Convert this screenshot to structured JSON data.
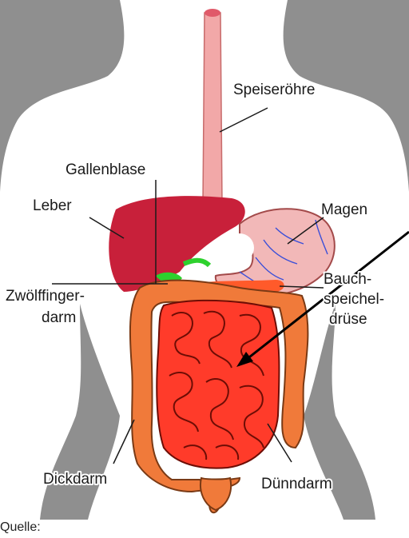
{
  "labels": {
    "speiseroehre": "Speiseröhre",
    "gallenblase": "Gallenblase",
    "leber": "Leber",
    "magen": "Magen",
    "zwoelffingerdarm_1": "Zwölffinger-",
    "zwoelffingerdarm_2": "darm",
    "bauchspeicheldruese_1": "Bauch-",
    "bauchspeicheldruese_2": "speichel-",
    "bauchspeicheldruese_3": "drüse",
    "dickdarm": "Dickdarm",
    "duenndarm": "Dünndarm"
  },
  "source_label": "Quelle:",
  "colors": {
    "background_silhouette": "#8f8f8f",
    "body": "#ffffff",
    "esophagus": "#f2a8a8",
    "liver": "#c8203a",
    "stomach": "#f2b8b8",
    "stomach_veins": "#3b4fd8",
    "gallbladder": "#2ed12e",
    "small_intestine": "#ff3b2a",
    "large_intestine": "#f07a3a",
    "pointer": "#000000"
  }
}
